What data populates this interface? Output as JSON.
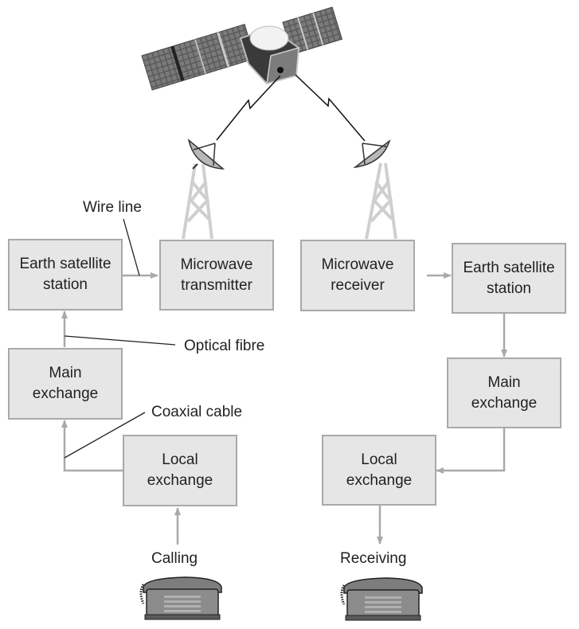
{
  "title": "Satellite telephone communication link",
  "colors": {
    "box_fill": "#e6e6e7",
    "box_border": "#a7a9ac",
    "arrow": "#a7a9ac",
    "leader_line": "#231f20",
    "text": "#231f20"
  },
  "icons": {
    "satellite": "satellite-icon",
    "transmit_dish": "dish-antenna-icon",
    "receive_dish": "dish-antenna-icon",
    "tower": "lattice-tower-icon",
    "telephone": "desk-telephone-icon"
  },
  "sending_side": {
    "earth_station": {
      "line1": "Earth satellite",
      "line2": "station"
    },
    "microwave": {
      "line1": "Microwave",
      "line2": "transmitter"
    },
    "main_exchange": {
      "line1": "Main",
      "line2": "exchange"
    },
    "local_exchange": {
      "line1": "Local",
      "line2": "exchange"
    },
    "phone_label": "Calling"
  },
  "receiving_side": {
    "microwave": {
      "line1": "Microwave",
      "line2": "receiver"
    },
    "earth_station": {
      "line1": "Earth satellite",
      "line2": "station"
    },
    "main_exchange": {
      "line1": "Main",
      "line2": "exchange"
    },
    "local_exchange": {
      "line1": "Local",
      "line2": "exchange"
    },
    "phone_label": "Receiving"
  },
  "callouts": {
    "wire_line": "Wire line",
    "optical_fibre": "Optical fibre",
    "coaxial_cable": "Coaxial cable"
  }
}
